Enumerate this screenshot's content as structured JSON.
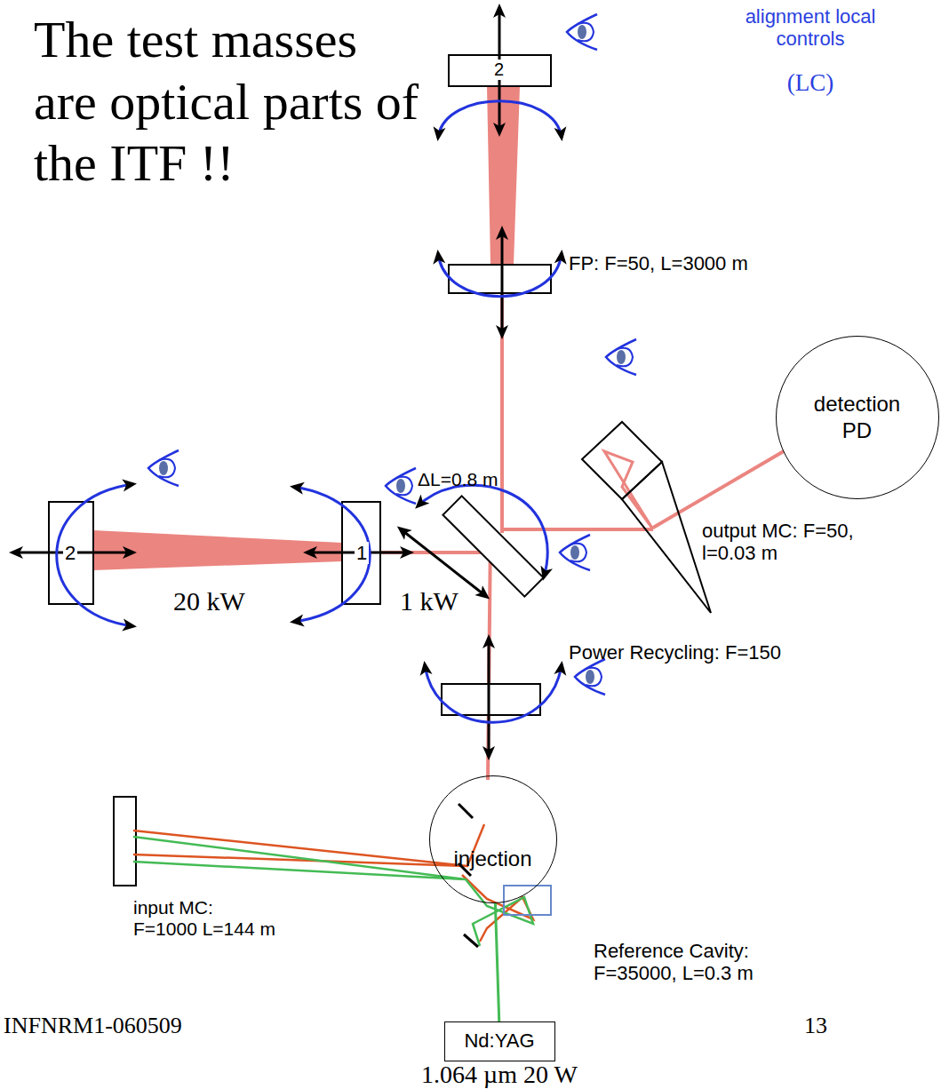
{
  "diagram": {
    "nodes": [
      {
        "text": [
          "detection PD"
        ]
      },
      {
        "text": [
          "injection"
        ]
      },
      {
        "text": [
          "Nd:YAG",
          "1.064 µm 20 W"
        ]
      }
    ],
    "edges": [
      {
        "from": 2,
        "to": 1,
        "arrow": "none"
      }
    ],
    "labels": [
      "The test masses are optical parts of the ITF !!",
      "alignment local controls",
      "(LC)",
      "FP: F=50, L=3000 m",
      "2",
      "ΔL=0.8 m",
      "2",
      "1",
      "20 kW",
      "1 kW",
      "output MC: F=50, l=0.03 m",
      "Power Recycling: F=150",
      "input MC: F=1000 L=144 m",
      "Reference Cavity: F=35000, L=0.3 m",
      "INFNRM1-060509",
      "13"
    ]
  }
}
